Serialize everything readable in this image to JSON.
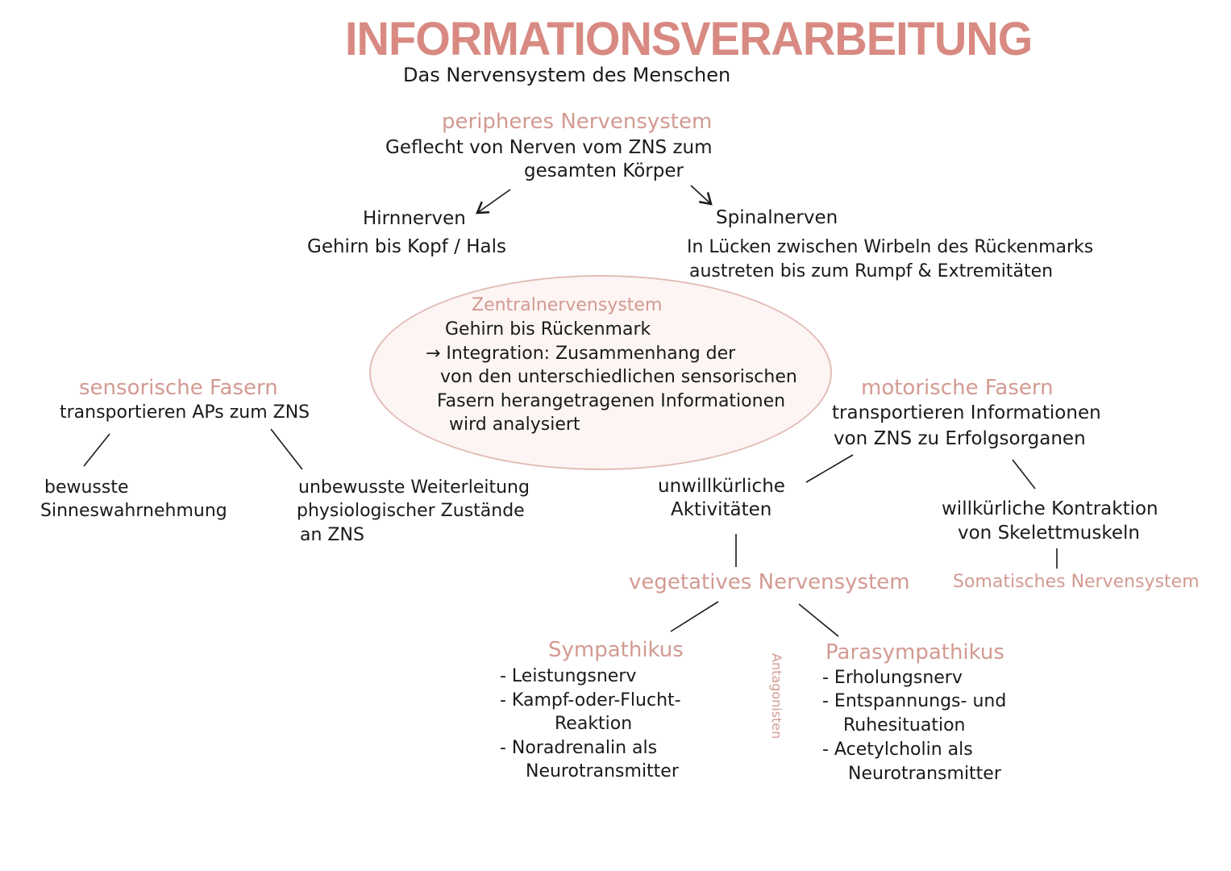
{
  "title": "INFORMATIONSVERARBEITUNG",
  "subtitle": "Das Nervensystem des Menschen",
  "pns": {
    "heading": "peripheres Nervensystem",
    "desc_line1": "Geflecht von Nerven vom ZNS zum",
    "desc_line2": "gesamten Körper"
  },
  "hirnnerven": {
    "heading": "Hirnnerven",
    "desc": "Gehirn bis Kopf / Hals"
  },
  "spinalnerven": {
    "heading": "Spinalnerven",
    "desc_line1": "In Lücken zwischen Wirbeln des Rückenmarks",
    "desc_line2": "austreten bis zum Rumpf & Extremitäten"
  },
  "zns": {
    "heading": "Zentralnervensystem",
    "line1": "Gehirn bis Rückenmark",
    "line2": "→ Integration: Zusammenhang der",
    "line3": "von den unterschiedlichen sensorischen",
    "line4": "Fasern herangetragenen Informationen",
    "line5": "wird analysiert"
  },
  "sensorisch": {
    "heading": "sensorische Fasern",
    "desc": "transportieren APs  zum ZNS",
    "left_line1": "bewusste",
    "left_line2": "Sinneswahrnehmung",
    "right_line1": "unbewusste Weiterleitung",
    "right_line2": "physiologischer Zustände",
    "right_line3": "an ZNS"
  },
  "motorisch": {
    "heading": "motorische Fasern",
    "desc_line1": "transportieren Informationen",
    "desc_line2": "von ZNS zu Erfolgsorganen",
    "unwill_line1": "unwillkürliche",
    "unwill_line2": "Aktivitäten",
    "will_line1": "willkürliche Kontraktion",
    "will_line2": "von Skelettmuskeln"
  },
  "vegetativ": {
    "heading": "vegetatives Nervensystem"
  },
  "somatisch": {
    "heading": "Somatisches Nervensystem"
  },
  "sympathikus": {
    "heading": "Sympathikus",
    "item1": "- Leistungsnerv",
    "item2_line1": "- Kampf-oder-Flucht-",
    "item2_line2": "Reaktion",
    "item3_line1": "- Noradrenalin als",
    "item3_line2": "Neurotransmitter"
  },
  "antagonisten": "Antagonisten",
  "parasympathikus": {
    "heading": "Parasympathikus",
    "item1": "- Erholungsnerv",
    "item2_line1": "- Entspannungs- und",
    "item2_line2": "Ruhesituation",
    "item3_line1": "- Acetylcholin als",
    "item3_line2": "Neurotransmitter"
  },
  "colors": {
    "accent": "#d39a92",
    "title": "#d88a82",
    "ink": "#1a1a1a",
    "ellipse_fill": "#fcf5f3"
  }
}
